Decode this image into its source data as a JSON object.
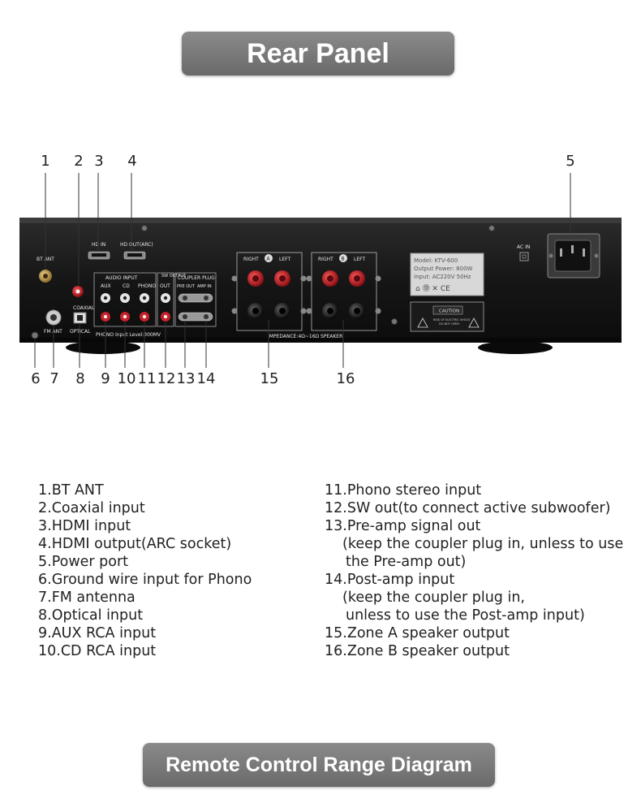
{
  "header": {
    "title": "Rear Panel"
  },
  "footer": {
    "title": "Remote Control Range Diagram"
  },
  "panel_labels": {
    "bt_ant": "BT ANT",
    "hd_in": "HD IN",
    "hd_out": "HD OUT(ARC)",
    "coaxial": "COAXIAL",
    "fm_ant": "FM ANT",
    "optical": "OPTICAL",
    "audio_input": "AUDIO INPUT",
    "aux": "AUX",
    "cd": "CD",
    "phono": "PHONO",
    "sw_output": "SW OUTPUT",
    "out": "OUT",
    "coupler_plug": "COUPLER PLUG",
    "pre_out": "PRE OUT",
    "amp_in": "AMP IN",
    "phono_level": "PHONO Input Level:300MV",
    "right": "RIGHT",
    "left": "LEFT",
    "zone_a": "A",
    "zone_b": "B",
    "impedance": "IMPEDANCE:4Ω~16Ω SPEAKER",
    "model": "Model: KTV-600",
    "output_power": "Output Power: 800W",
    "input_power": "Input: AC220V 50Hz",
    "caution": "CAUTION",
    "caution_sub1": "RISK OF ELECTRIC SHOCK",
    "caution_sub2": "DO NOT OPEN",
    "ac_in": "AC IN"
  },
  "callouts": [
    "1",
    "2",
    "3",
    "4",
    "5",
    "6",
    "7",
    "8",
    "9",
    "10",
    "11",
    "12",
    "13",
    "14",
    "15",
    "16"
  ],
  "legend_left": [
    "1.BT ANT",
    "2.Coaxial input",
    "3.HDMI input",
    "4.HDMI output(ARC socket)",
    "5.Power port",
    "6.Ground wire input for Phono",
    "7.FM antenna",
    "8.Optical input",
    "9.AUX RCA input",
    "10.CD RCA input"
  ],
  "legend_right": [
    "11.Phono stereo input",
    "12.SW out(to connect active subwoofer)",
    "13.Pre-amp signal out",
    "(keep the coupler plug in, unless to use",
    "the Pre-amp out)",
    "14.Post-amp input",
    "(keep the coupler plug in,",
    "unless to use the Post-amp input)",
    "15.Zone A speaker output",
    "16.Zone B speaker output"
  ],
  "colors": {
    "pill": "#777777",
    "panel": "#1a1a1a",
    "rca_red": "#c8202a",
    "rca_white": "#e6e6e6"
  }
}
